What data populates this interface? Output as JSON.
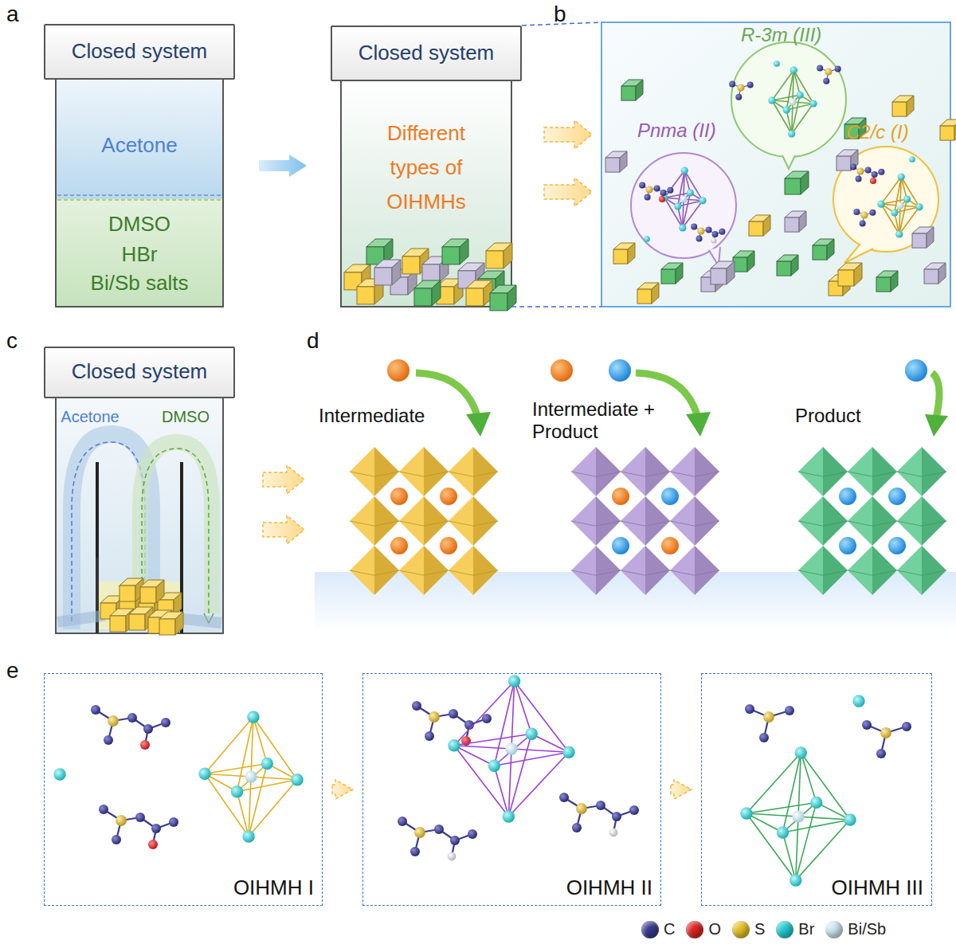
{
  "diagram": {
    "nodes": [
      {
        "text": [
          "Closed system",
          "Acetone",
          "DMSO",
          "HBr",
          "Bi/Sb salts"
        ]
      },
      {
        "text": [
          "Closed system",
          "Different types of OIHMHs"
        ]
      },
      {
        "text": [
          "Closed system",
          "Acetone",
          "DMSO"
        ]
      },
      {
        "text": [
          "OIHMH I"
        ]
      },
      {
        "text": [
          "OIHMH II"
        ]
      },
      {
        "text": [
          "OIHMH III"
        ]
      }
    ],
    "edges": [
      {
        "from": 0,
        "to": 1,
        "arrow": "to"
      },
      {
        "from": 3,
        "to": 4,
        "arrow": "to"
      },
      {
        "from": 4,
        "to": 5,
        "arrow": "to"
      }
    ],
    "labels": [
      "a",
      "b",
      "c",
      "d",
      "e",
      "R-3m (III)",
      "Pnma (II)",
      "C2/c (I)",
      "Intermediate",
      "Intermediate + Product",
      "Product"
    ],
    "legend": [
      {
        "text": "C",
        "color": "#3b3b8f"
      },
      {
        "text": "O",
        "color": "#e02424"
      },
      {
        "text": "S",
        "color": "#e6c229"
      },
      {
        "text": "Br",
        "color": "#22cfd4"
      },
      {
        "text": "Bi/Sb",
        "color": "#cfe9f0"
      }
    ]
  }
}
